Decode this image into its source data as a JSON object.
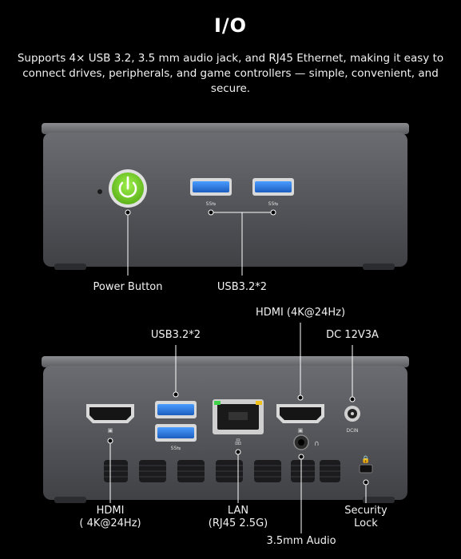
{
  "heading": "I/O",
  "description": "Supports 4× USB 3.2, 3.5 mm audio jack, and RJ45 Ethernet, making it easy to connect drives, peripherals, and game controllers — simple, convenient, and secure.",
  "front_panel": {
    "power_button_label": "Power Button",
    "usb_label": "USB3.2*2"
  },
  "rear_panel": {
    "usb_label": "USB3.2*2",
    "hdmi_right_label": "HDMI (4K@24Hz)",
    "dc_label": "DC 12V3A",
    "hdmi_left_label_line1": "HDMI",
    "hdmi_left_label_line2": "( 4K@24Hz)",
    "lan_label_line1": "LAN",
    "lan_label_line2": "(RJ45 2.5G)",
    "audio_label": "3.5mm Audio",
    "security_label_line1": "Security",
    "security_label_line2": "Lock",
    "dc_port_text": "DCIN"
  },
  "colors": {
    "background": "#000000",
    "case_body": "#55575c",
    "case_top": "#6b6d72",
    "power_green": "#7bd82a",
    "usb_blue": "#2f7fe0"
  }
}
